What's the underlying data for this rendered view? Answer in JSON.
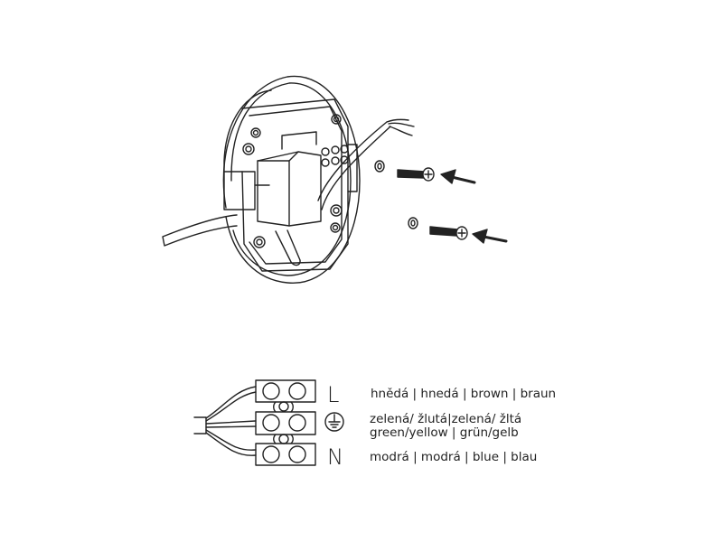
{
  "wiring": {
    "live": {
      "symbol": "L",
      "label": "hnědá | hnedá | brown | braun"
    },
    "earth": {
      "symbol": "earth-ground",
      "label_line1": "zelená/ žlutá|zelená/ žltá",
      "label_line2": "green/yellow | grün/gelb"
    },
    "neutral": {
      "symbol": "N",
      "label": "modrá | modrá | blue | blau"
    }
  },
  "colors": {
    "line": "#222222",
    "background": "#ffffff"
  }
}
